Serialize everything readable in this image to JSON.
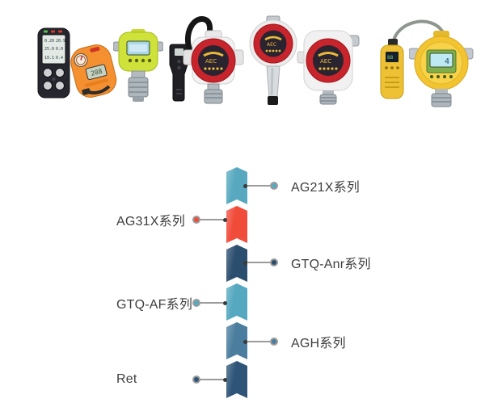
{
  "page": {
    "background": "#ffffff"
  },
  "banner": {
    "products": [
      {
        "icon": "portable-multigas-detector-icon"
      },
      {
        "icon": "portable-single-gas-detector-icon"
      },
      {
        "icon": "fixed-gas-transmitter-lime-icon"
      },
      {
        "icon": "handheld-wand-detector-icon"
      },
      {
        "icon": "fixed-detector-red-face-cable-icon"
      },
      {
        "icon": "fixed-detector-red-face-handle-icon"
      },
      {
        "icon": "fixed-detector-red-face-icon"
      },
      {
        "icon": "pump-sampler-gooseneck-icon"
      },
      {
        "icon": "fixed-gas-transmitter-yellow-icon"
      }
    ]
  },
  "timeline": {
    "connector_color": "#9b9b9b",
    "dot_color": "#3a3a3a",
    "text_color": "#3d3d3d",
    "items": [
      {
        "label": "AG21X系列",
        "side": "right",
        "color": "#58a9bf"
      },
      {
        "label": "AG31X系列",
        "side": "left",
        "color": "#f14b3a"
      },
      {
        "label": "GTQ-Anr系列",
        "side": "right",
        "color": "#2c4e6e"
      },
      {
        "label": "GTQ-AF系列",
        "side": "left",
        "color": "#55a8c0"
      },
      {
        "label": "AGH系列",
        "side": "right",
        "color": "#4b7e9e"
      },
      {
        "label": "Ret",
        "side": "left",
        "color": "#2e5578"
      }
    ]
  }
}
